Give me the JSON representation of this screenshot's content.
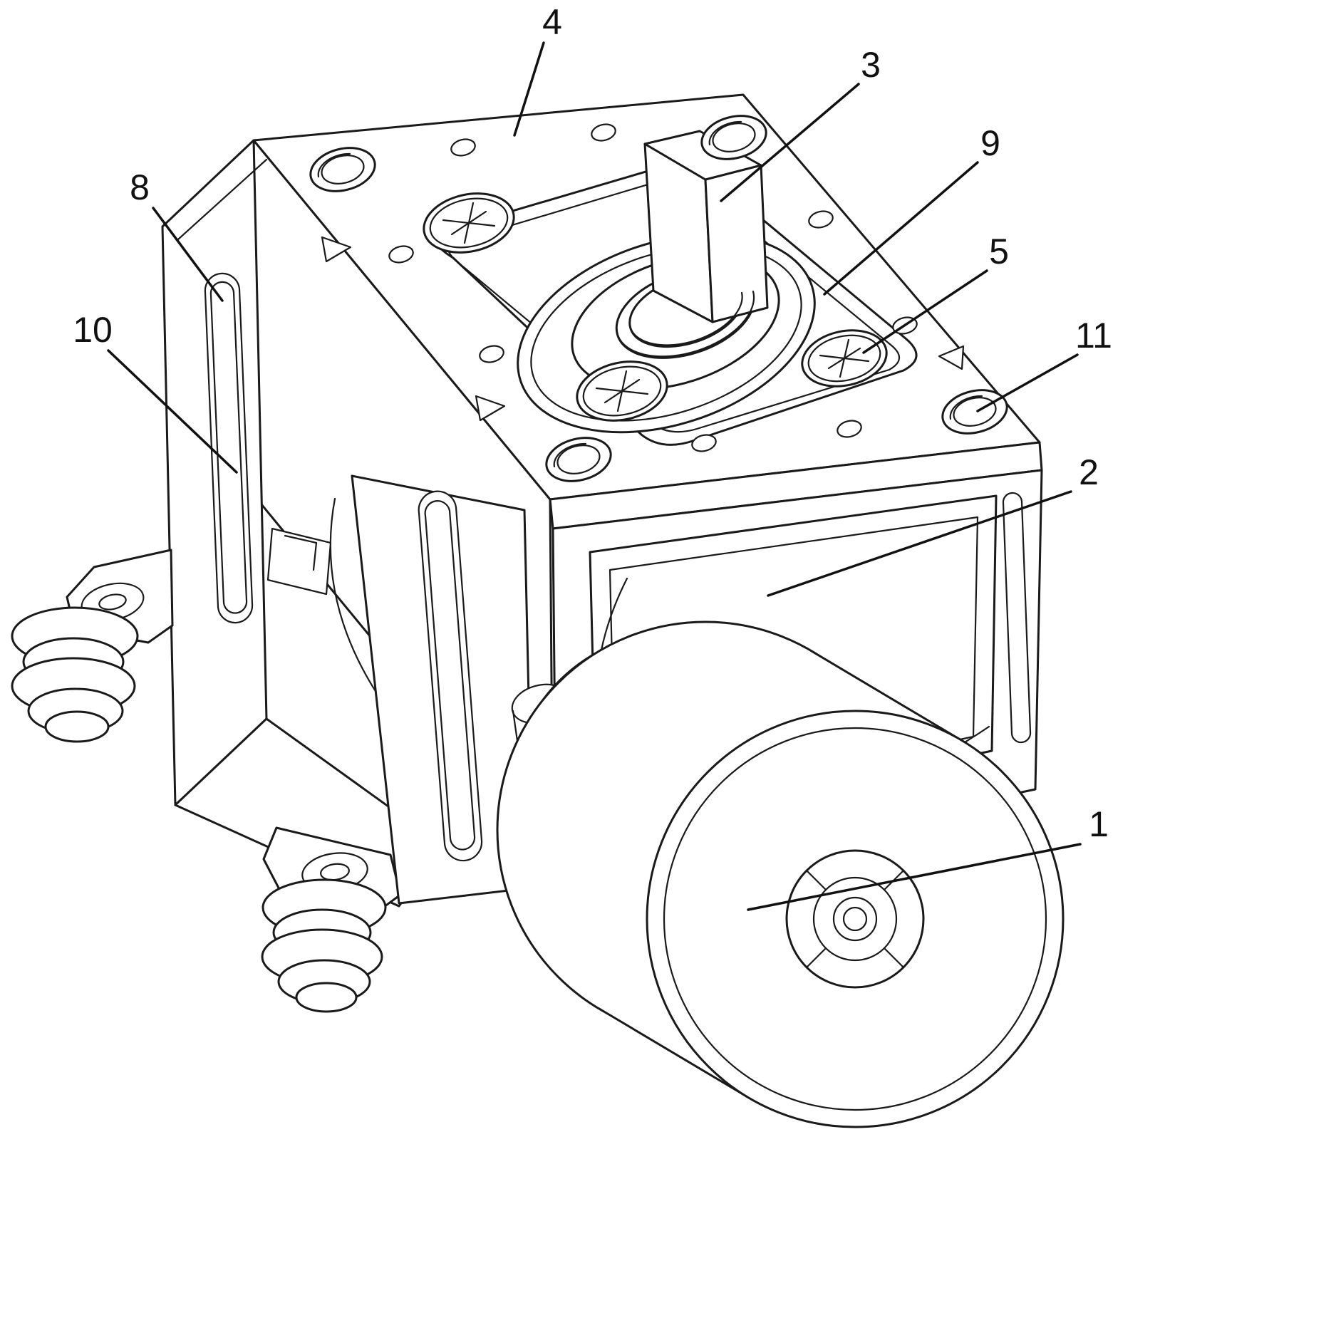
{
  "figure": {
    "kind": "patent-technical-drawing",
    "background": "#ffffff",
    "line_color": "#1a1a1a"
  },
  "labels": [
    {
      "id": "callout-1",
      "text": "1"
    },
    {
      "id": "callout-2",
      "text": "2"
    },
    {
      "id": "callout-3",
      "text": "3"
    },
    {
      "id": "callout-4",
      "text": "4"
    },
    {
      "id": "callout-5",
      "text": "5"
    },
    {
      "id": "callout-8",
      "text": "8"
    },
    {
      "id": "callout-9",
      "text": "9"
    },
    {
      "id": "callout-10",
      "text": "10"
    },
    {
      "id": "callout-11",
      "text": "11"
    }
  ]
}
